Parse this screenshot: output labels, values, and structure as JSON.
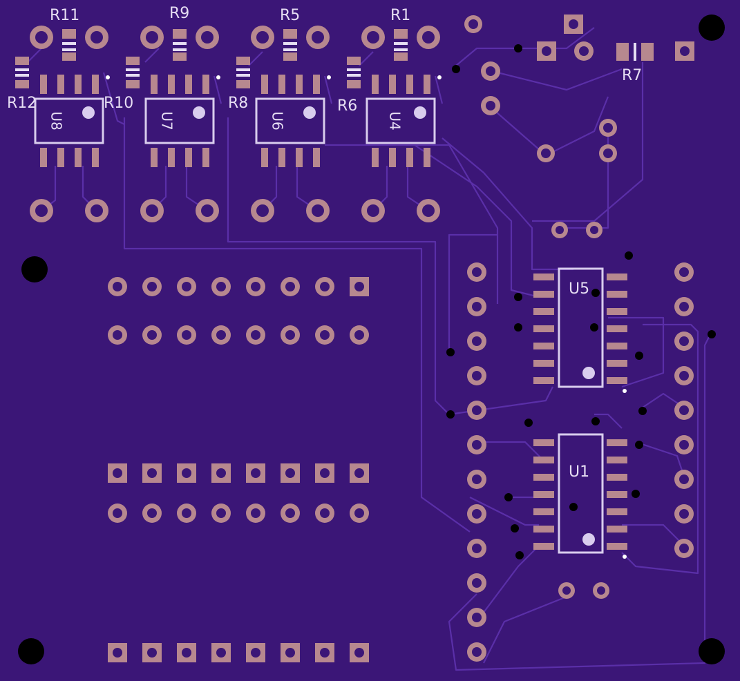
{
  "colors": {
    "board": "#3b1677",
    "trace": "#5a2fa8",
    "copper": "#b7888f",
    "silkscreen": "#d9cdee"
  },
  "parts": {
    "resistors": [
      {
        "ref": "R11"
      },
      {
        "ref": "R9"
      },
      {
        "ref": "R5"
      },
      {
        "ref": "R1"
      },
      {
        "ref": "R12"
      },
      {
        "ref": "R10"
      },
      {
        "ref": "R8"
      },
      {
        "ref": "R6"
      },
      {
        "ref": "R7"
      }
    ],
    "small_ics": [
      {
        "ref": "U8"
      },
      {
        "ref": "U7"
      },
      {
        "ref": "U6"
      },
      {
        "ref": "U4"
      }
    ],
    "large_ics": [
      {
        "ref": "U5"
      },
      {
        "ref": "U1"
      }
    ]
  }
}
